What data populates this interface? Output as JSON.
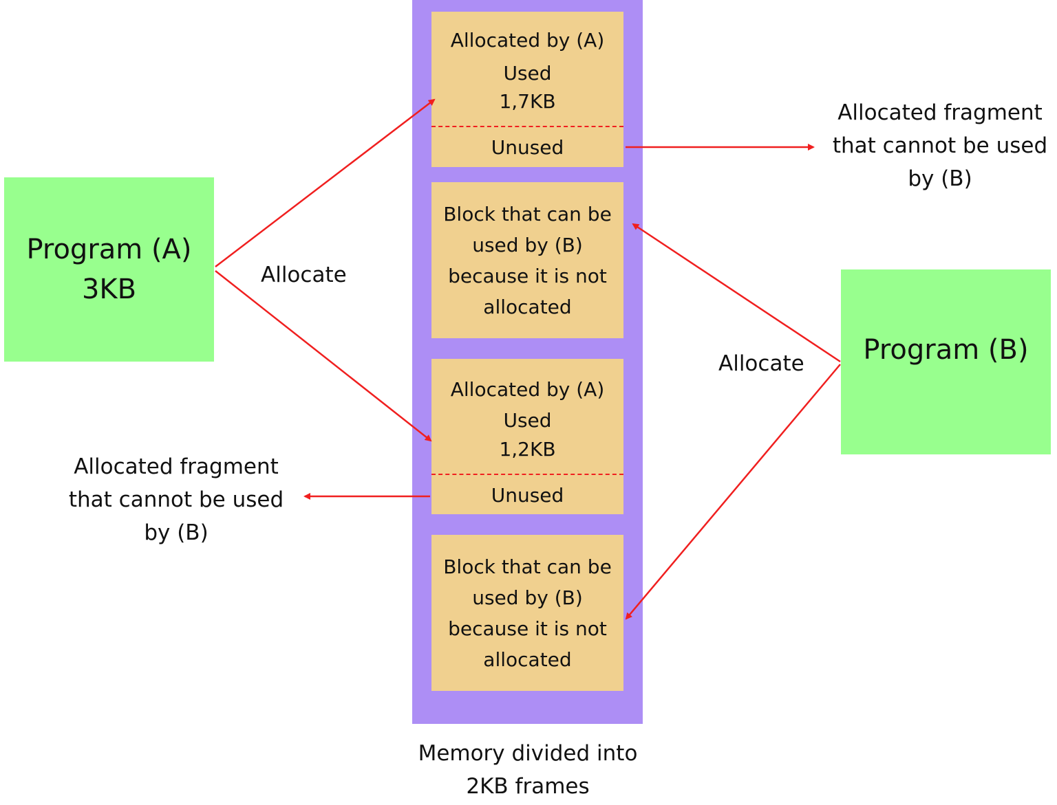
{
  "program_a": {
    "line1": "Program (A)",
    "line2": "3KB"
  },
  "program_b": {
    "label": "Program (B)"
  },
  "allocate_left": "Allocate",
  "allocate_right": "Allocate",
  "memory": {
    "caption_line1": "Memory divided into",
    "caption_line2": "2KB frames"
  },
  "frames": [
    {
      "title": "Allocated by (A)",
      "used": "Used",
      "size": "1,7KB",
      "unused": "Unused"
    },
    {
      "lines": [
        "Block that can be",
        "used by (B)",
        "because it is not",
        "allocated"
      ]
    },
    {
      "title": "Allocated by (A)",
      "used": "Used",
      "size": "1,2KB",
      "unused": "Unused"
    },
    {
      "lines": [
        "Block that can be",
        "used by (B)",
        "because it is not",
        "allocated"
      ]
    }
  ],
  "fragment_right": {
    "lines": [
      "Allocated fragment",
      "that cannot be used",
      "by (B)"
    ]
  },
  "fragment_left": {
    "lines": [
      "Allocated fragment",
      "that cannot be used",
      "by (B)"
    ]
  },
  "colors": {
    "program_box": "#98ff8e",
    "memory_column": "#ad8ef5",
    "frame": "#f0d08f",
    "arrow": "#f01f1f"
  }
}
